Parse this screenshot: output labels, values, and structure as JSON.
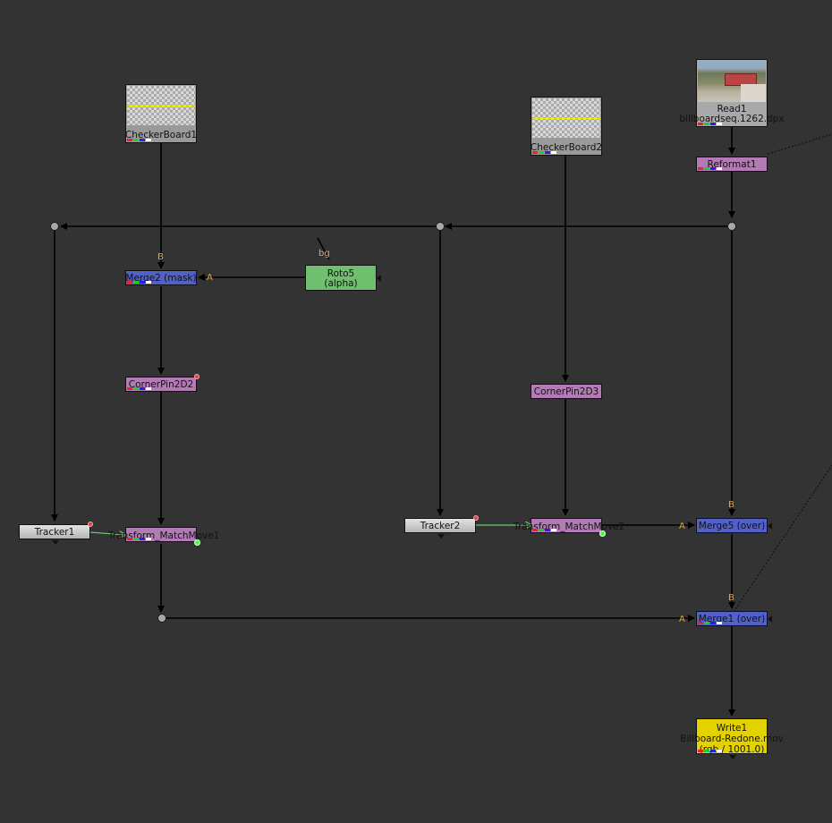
{
  "nodes": {
    "checker1": {
      "name": "CheckerBoard1"
    },
    "checker2": {
      "name": "CheckerBoard2"
    },
    "read1": {
      "name": "Read1",
      "sub": "billboardseq.1262.dpx"
    },
    "reformat1": {
      "name": "Reformat1"
    },
    "merge2": {
      "name": "Merge2 (mask)"
    },
    "roto5": {
      "name": "Roto5",
      "sub": "(alpha)"
    },
    "cornerpin2": {
      "name": "CornerPin2D2"
    },
    "cornerpin3": {
      "name": "CornerPin2D3"
    },
    "tracker1": {
      "name": "Tracker1"
    },
    "tracker2": {
      "name": "Tracker2"
    },
    "matchmove1": {
      "name": "Transform_MatchMove1"
    },
    "matchmove2": {
      "name": "Transform_MatchMove2"
    },
    "merge5": {
      "name": "Merge5 (over)"
    },
    "merge1": {
      "name": "Merge1 (over)"
    },
    "write1": {
      "name": "Write1",
      "sub": "Billboard-Redone.mov",
      "sub2": "(rgb / 1001.0)"
    }
  },
  "input_labels": {
    "merge2_b": "B",
    "merge2_a": "A",
    "roto5_bg": "bg",
    "merge5_b": "B",
    "merge5_a": "A",
    "merge1_b": "B",
    "merge1_a": "A"
  },
  "colors": {
    "background": "#333333",
    "checker_node": "#9a9a9a",
    "read_node": "#a9a9a9",
    "transform_node": "#b27bb5",
    "merge_node": "#5261c8",
    "roto_node": "#6fbf6f",
    "tracker_node": "#c8c8c8",
    "write_node": "#e3d200",
    "input_label": "#e8a44a"
  }
}
